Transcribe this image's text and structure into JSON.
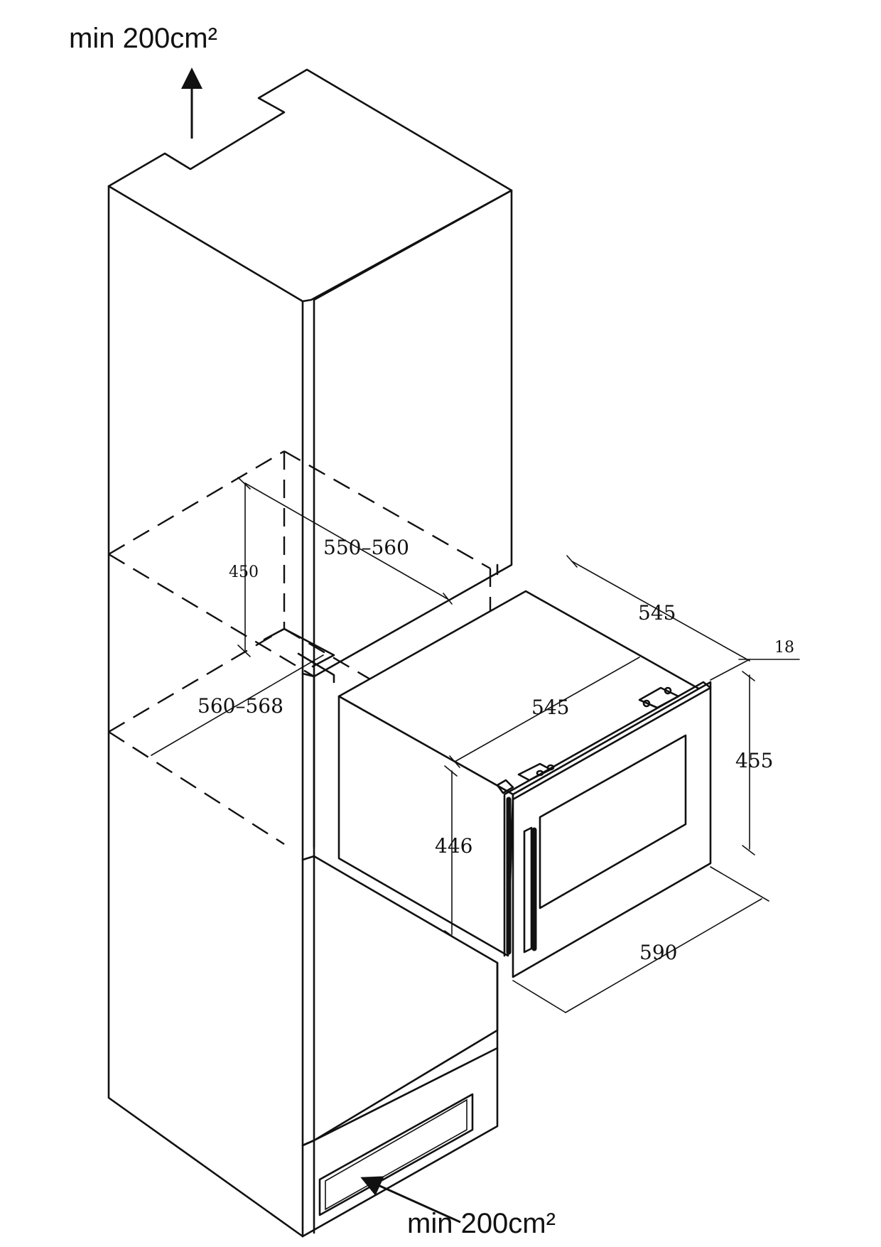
{
  "vent_top": {
    "label": "min 200cm²"
  },
  "vent_bottom": {
    "label": "min 200cm²"
  },
  "dimensions": {
    "niche_height": "450",
    "niche_depth": "550–560",
    "niche_width": "560–568",
    "appliance_depth_top": "545",
    "appliance_depth_side": "545",
    "door_thickness": "18",
    "front_height": "455",
    "body_height": "446",
    "front_width": "590"
  }
}
